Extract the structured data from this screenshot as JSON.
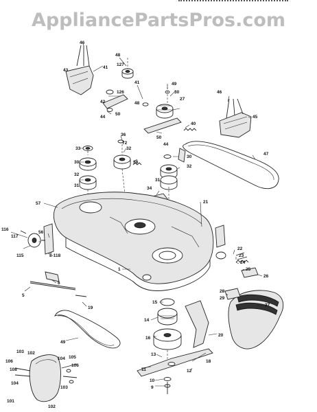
{
  "watermark": {
    "text": "AppliancePartsPros.com"
  },
  "labels": [
    {
      "id": "l46a",
      "text": "46"
    },
    {
      "id": "l43",
      "text": "43"
    },
    {
      "id": "l48",
      "text": "48"
    },
    {
      "id": "l41",
      "text": "41"
    },
    {
      "id": "l127",
      "text": "127"
    },
    {
      "id": "l42",
      "text": "42"
    },
    {
      "id": "l126",
      "text": "126"
    },
    {
      "id": "l50a",
      "text": "50"
    },
    {
      "id": "l44a",
      "text": "44"
    },
    {
      "id": "l41b",
      "text": "41"
    },
    {
      "id": "l48b",
      "text": "48"
    },
    {
      "id": "l49",
      "text": "49"
    },
    {
      "id": "l30a",
      "text": "30"
    },
    {
      "id": "l27",
      "text": "27"
    },
    {
      "id": "l46b",
      "text": "46"
    },
    {
      "id": "l45",
      "text": "45"
    },
    {
      "id": "l40",
      "text": "40"
    },
    {
      "id": "l50b",
      "text": "50"
    },
    {
      "id": "l44b",
      "text": "44"
    },
    {
      "id": "l47",
      "text": "47"
    },
    {
      "id": "l33",
      "text": "33"
    },
    {
      "id": "l36",
      "text": "36"
    },
    {
      "id": "l72",
      "text": "72"
    },
    {
      "id": "l32a",
      "text": "32"
    },
    {
      "id": "l30b",
      "text": "30"
    },
    {
      "id": "l32b",
      "text": "32"
    },
    {
      "id": "l31a",
      "text": "31"
    },
    {
      "id": "l38",
      "text": "38"
    },
    {
      "id": "l30c",
      "text": "30"
    },
    {
      "id": "l32c",
      "text": "32"
    },
    {
      "id": "l31b",
      "text": "31"
    },
    {
      "id": "l34",
      "text": "34"
    },
    {
      "id": "l57",
      "text": "57"
    },
    {
      "id": "l21",
      "text": "21"
    },
    {
      "id": "l116",
      "text": "116"
    },
    {
      "id": "l117",
      "text": "117"
    },
    {
      "id": "l56",
      "text": "56"
    },
    {
      "id": "l115",
      "text": "115"
    },
    {
      "id": "l118",
      "text": "8-118"
    },
    {
      "id": "l1",
      "text": "1"
    },
    {
      "id": "l22",
      "text": "22"
    },
    {
      "id": "l23",
      "text": "23"
    },
    {
      "id": "l24",
      "text": "24"
    },
    {
      "id": "l25",
      "text": "25"
    },
    {
      "id": "l26",
      "text": "26"
    },
    {
      "id": "l28",
      "text": "28"
    },
    {
      "id": "l29",
      "text": "29"
    },
    {
      "id": "l37",
      "text": "37"
    },
    {
      "id": "l5",
      "text": "5"
    },
    {
      "id": "l6",
      "text": "6"
    },
    {
      "id": "l19",
      "text": "19"
    },
    {
      "id": "l15",
      "text": "15"
    },
    {
      "id": "l14",
      "text": "14"
    },
    {
      "id": "l16",
      "text": "16"
    },
    {
      "id": "l20",
      "text": "20"
    },
    {
      "id": "l13",
      "text": "13"
    },
    {
      "id": "l11",
      "text": "11"
    },
    {
      "id": "l18",
      "text": "18"
    },
    {
      "id": "l12",
      "text": "12"
    },
    {
      "id": "l10",
      "text": "10"
    },
    {
      "id": "l9",
      "text": "9"
    },
    {
      "id": "l49b",
      "text": "49"
    },
    {
      "id": "l103a",
      "text": "103"
    },
    {
      "id": "l102a",
      "text": "102"
    },
    {
      "id": "l106a",
      "text": "106"
    },
    {
      "id": "l108",
      "text": "108"
    },
    {
      "id": "l104a",
      "text": "104"
    },
    {
      "id": "l105",
      "text": "105"
    },
    {
      "id": "l106b",
      "text": "106"
    },
    {
      "id": "l103b",
      "text": "103"
    },
    {
      "id": "l104b",
      "text": "104"
    },
    {
      "id": "l101",
      "text": "101"
    },
    {
      "id": "l102b",
      "text": "102"
    }
  ]
}
